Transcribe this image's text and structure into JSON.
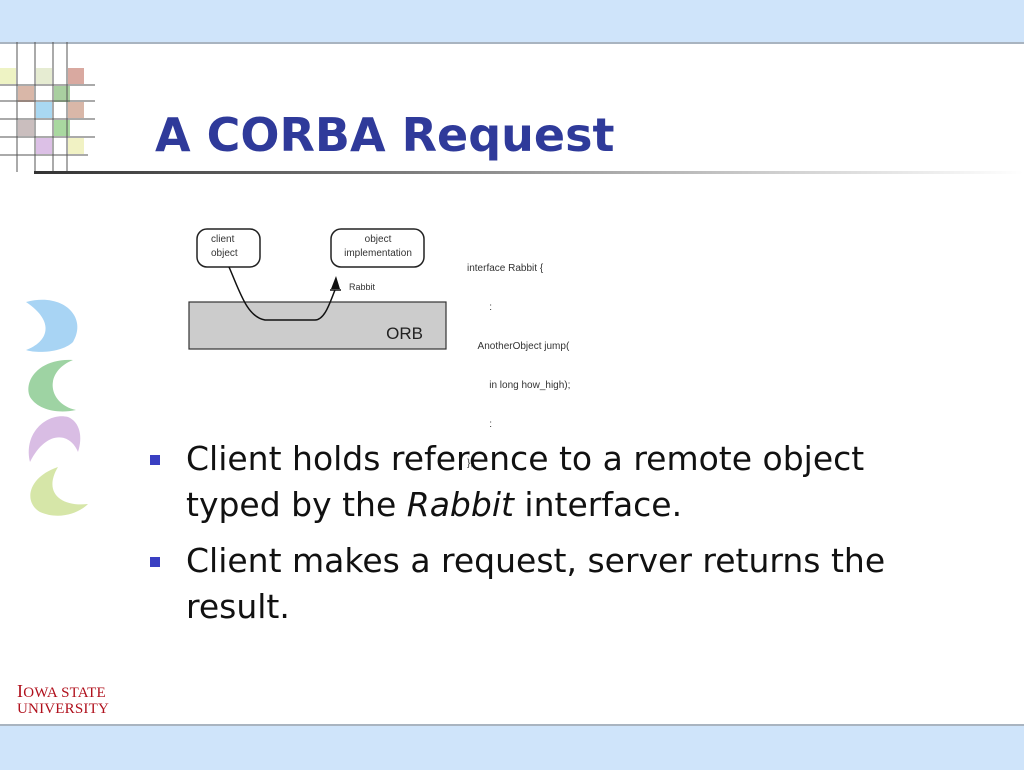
{
  "slide": {
    "title": "A CORBA Request",
    "colors": {
      "title": "#2f3a9a",
      "band": "#cfe4fa",
      "bullet_marker": "#3a3fc2",
      "logo": "#b0101c"
    }
  },
  "diagram": {
    "client_label_line1": "client",
    "client_label_line2": "object",
    "impl_label_line1": "object",
    "impl_label_line2": "implementation",
    "stub_label": "Rabbit",
    "orb_label": "ORB"
  },
  "code": {
    "lines": [
      "interface Rabbit {",
      "        :",
      "    AnotherObject jump(",
      "        in long how_high);",
      "        :",
      "};"
    ]
  },
  "bullets": [
    {
      "text_before": "Client holds reference to a remote object typed by the ",
      "emphasis": "Rabbit",
      "text_after": " interface."
    },
    {
      "text_before": "Client makes a request, server returns the result.",
      "emphasis": "",
      "text_after": ""
    }
  ],
  "logo": {
    "line1_big_i": "I",
    "line1_rest": "OWA STATE",
    "line2": "UNIVERSITY"
  }
}
